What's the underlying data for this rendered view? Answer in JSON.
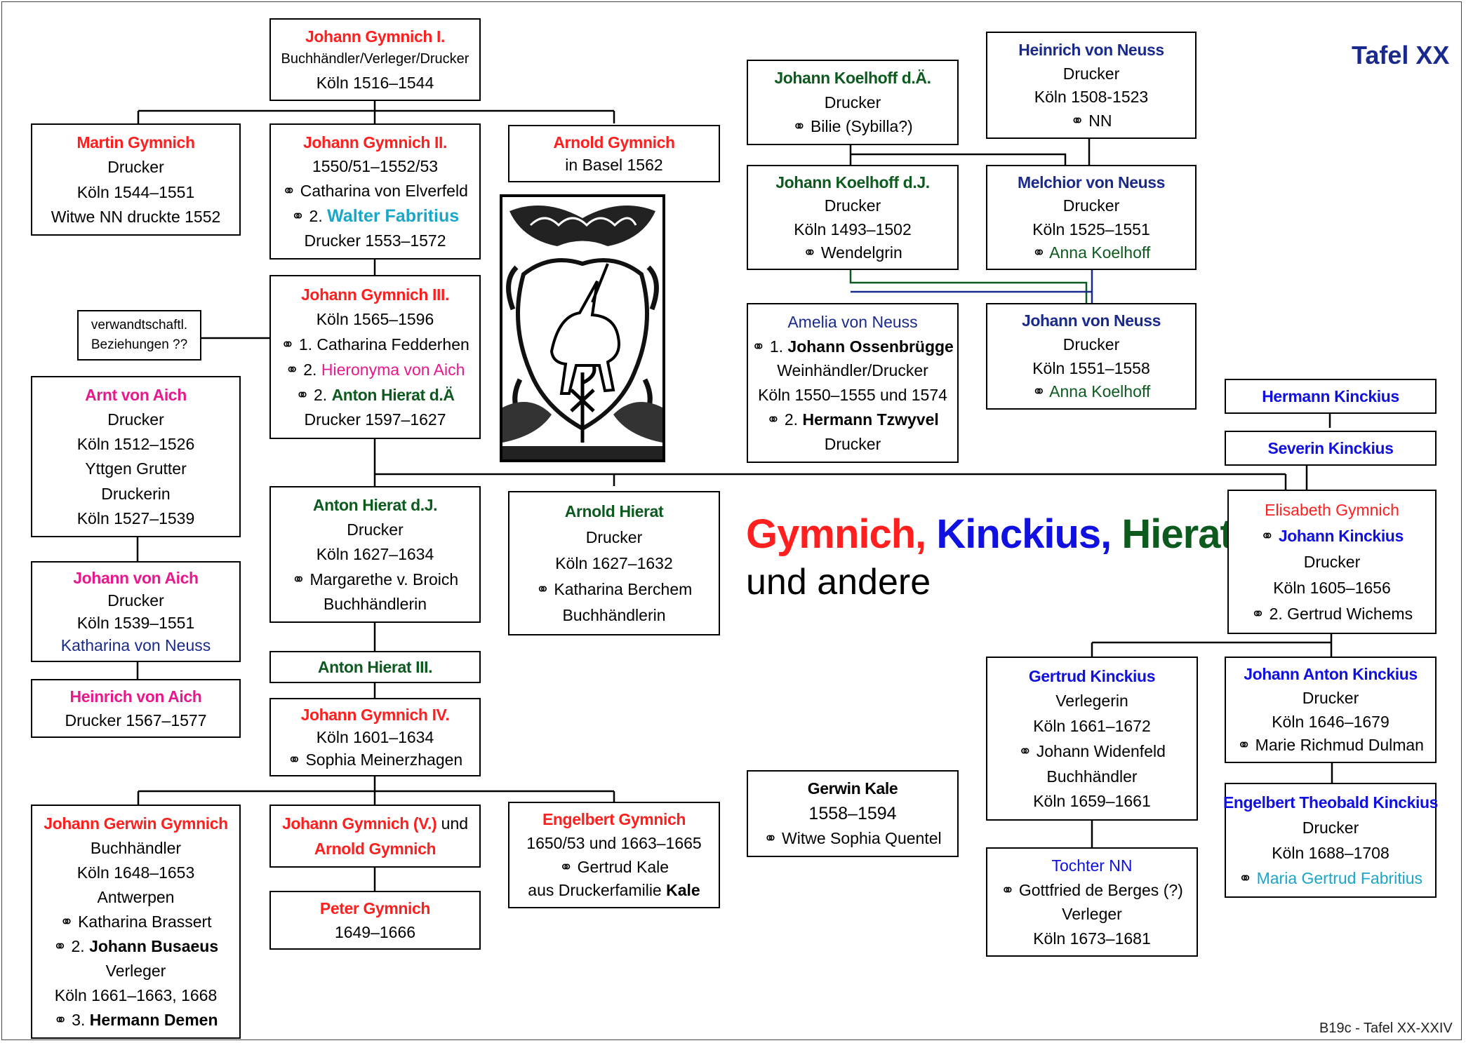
{
  "tafel": "Tafel XX",
  "footer": "B19c - Tafel XX-XXIV",
  "title": {
    "w1": "Gymnich,",
    "w2": "Kinckius,",
    "w3": "Hierat",
    "line2": "und andere"
  },
  "colors": {
    "red": "#ff1f1f",
    "blue": "#1010e0",
    "navy": "#1a2a8c",
    "green": "#0d5a1f",
    "pink": "#e8198c",
    "cyan": "#1aa6c8"
  },
  "marriage_symbol": "⚭",
  "illustration": "woodcut printer's mark: unicorn rearing on shield with monogram",
  "people": {
    "gymnich1": {
      "name": "Johann Gymnich I.",
      "l1": "Buchhändler/Verleger/Drucker",
      "l2": "Köln 1516–1544"
    },
    "martin": {
      "name": "Martin Gymnich",
      "l1": "Drucker",
      "l2": "Köln 1544–1551",
      "l3": "Witwe NN druckte 1552"
    },
    "gymnich2": {
      "name": "Johann Gymnich II.",
      "l1": "1550/51–1552/53",
      "l2": "Catharina von Elverfeld",
      "l3pre": "2.",
      "l3": "Walter Fabritius",
      "l4": "Drucker 1553–1572"
    },
    "arnold_g": {
      "name": "Arnold Gymnich",
      "l1": "in Basel 1562"
    },
    "gymnich3": {
      "name": "Johann Gymnich III.",
      "l1": "Köln 1565–1596",
      "l2": "1. Catharina Fedderhen",
      "l3pre": "2.",
      "l3": "Hieronyma von Aich",
      "l4pre": "2.",
      "l4": "Anton Hierat d.Ä",
      "l5": "Drucker 1597–1627"
    },
    "verwandt": {
      "l1": "verwandtschaftl.",
      "l2": "Beziehungen ??"
    },
    "arnt": {
      "name": "Arnt von Aich",
      "l1": "Drucker",
      "l2": "Köln 1512–1526",
      "l3": "Yttgen Grutter",
      "l4": "Druckerin",
      "l5": "Köln 1527–1539"
    },
    "johann_aich": {
      "name": "Johann von Aich",
      "l1": "Drucker",
      "l2": "Köln 1539–1551",
      "l3": "Katharina von Neuss"
    },
    "heinrich_aich": {
      "name": "Heinrich von Aich",
      "l1": "Drucker 1567–1577"
    },
    "anton_hierat_dj": {
      "name": "Anton Hierat d.J.",
      "l1": "Drucker",
      "l2": "Köln 1627–1634",
      "l3": "Margarethe v. Broich",
      "l4": "Buchhändlerin"
    },
    "arnold_hierat": {
      "name": "Arnold Hierat",
      "l1": "Drucker",
      "l2": "Köln 1627–1632",
      "l3": "Katharina Berchem",
      "l4": "Buchhändlerin"
    },
    "anton_hierat3": {
      "name": "Anton Hierat III."
    },
    "gymnich4": {
      "name": "Johann Gymnich IV.",
      "l1": "Köln 1601–1634",
      "l2": "Sophia Meinerzhagen"
    },
    "gerwin": {
      "name": "Johann Gerwin Gymnich",
      "l1": "Buchhändler",
      "l2": "Köln 1648–1653",
      "l3": "Antwerpen",
      "l4": "Katharina Brassert",
      "l5pre": "2.",
      "l5": "Johann Busaeus",
      "l6": "Verleger",
      "l7": "Köln 1661–1663, 1668",
      "l8pre": "3.",
      "l8": "Hermann Demen"
    },
    "gymnich5": {
      "name": "Johann Gymnich (V.)",
      "und": "und",
      "name2": "Arnold Gymnich"
    },
    "peter": {
      "name": "Peter Gymnich",
      "l1": "1649–1666"
    },
    "engelbert_g": {
      "name": "Engelbert Gymnich",
      "l1": "1650/53 und 1663–1665",
      "l2": "Gertrud Kale",
      "l3": "aus Druckerfamilie",
      "l3b": "Kale"
    },
    "koelhoff_da": {
      "name": "Johann Koelhoff d.Ä.",
      "l1": "Drucker",
      "l2": "Bilie (Sybilla?)"
    },
    "heinrich_neuss": {
      "name": "Heinrich von Neuss",
      "l1": "Drucker",
      "l2": "Köln 1508-1523",
      "l3": "NN"
    },
    "koelhoff_dj": {
      "name": "Johann Koelhoff d.J.",
      "l1": "Drucker",
      "l2": "Köln 1493–1502",
      "l3": "Wendelgrin"
    },
    "melchior": {
      "name": "Melchior von Neuss",
      "l1": "Drucker",
      "l2": "Köln 1525–1551",
      "l3": "Anna Koelhoff"
    },
    "amelia": {
      "name": "Amelia von Neuss",
      "l1pre": "1.",
      "l1": "Johann Ossenbrügge",
      "l2": "Weinhändler/Drucker",
      "l3": "Köln 1550–1555 und 1574",
      "l4pre": "2.",
      "l4": "Hermann Tzwyvel",
      "l5": "Drucker"
    },
    "johann_neuss": {
      "name": "Johann von Neuss",
      "l1": "Drucker",
      "l2": "Köln 1551–1558",
      "l3": "Anna Koelhoff"
    },
    "gerwin_kale": {
      "name": "Gerwin Kale",
      "l1": "1558–1594",
      "l2": "Witwe Sophia Quentel"
    },
    "hermann_k": {
      "name": "Hermann Kinckius"
    },
    "severin_k": {
      "name": "Severin Kinckius"
    },
    "elisabeth": {
      "name": "Elisabeth Gymnich",
      "l1": "Johann Kinckius",
      "l2": "Drucker",
      "l3": "Köln 1605–1656",
      "l4pre": "2.",
      "l4": "Gertrud Wichems"
    },
    "gertrud_k": {
      "name": "Gertrud Kinckius",
      "l1": "Verlegerin",
      "l2": "Köln 1661–1672",
      "l3": "Johann Widenfeld",
      "l4": "Buchhändler",
      "l5": "Köln 1659–1661"
    },
    "johann_anton_k": {
      "name": "Johann Anton Kinckius",
      "l1": "Drucker",
      "l2": "Köln 1646–1679",
      "l3": "Marie Richmud Dulman"
    },
    "tochter": {
      "name": "Tochter NN",
      "l1": "Gottfried de Berges (?)",
      "l2": "Verleger",
      "l3": "Köln 1673–1681"
    },
    "engelbert_tk": {
      "name": "Engelbert Theobald Kinckius",
      "l1": "Drucker",
      "l2": "Köln 1688–1708",
      "l3": "Maria Gertrud Fabritius"
    }
  }
}
